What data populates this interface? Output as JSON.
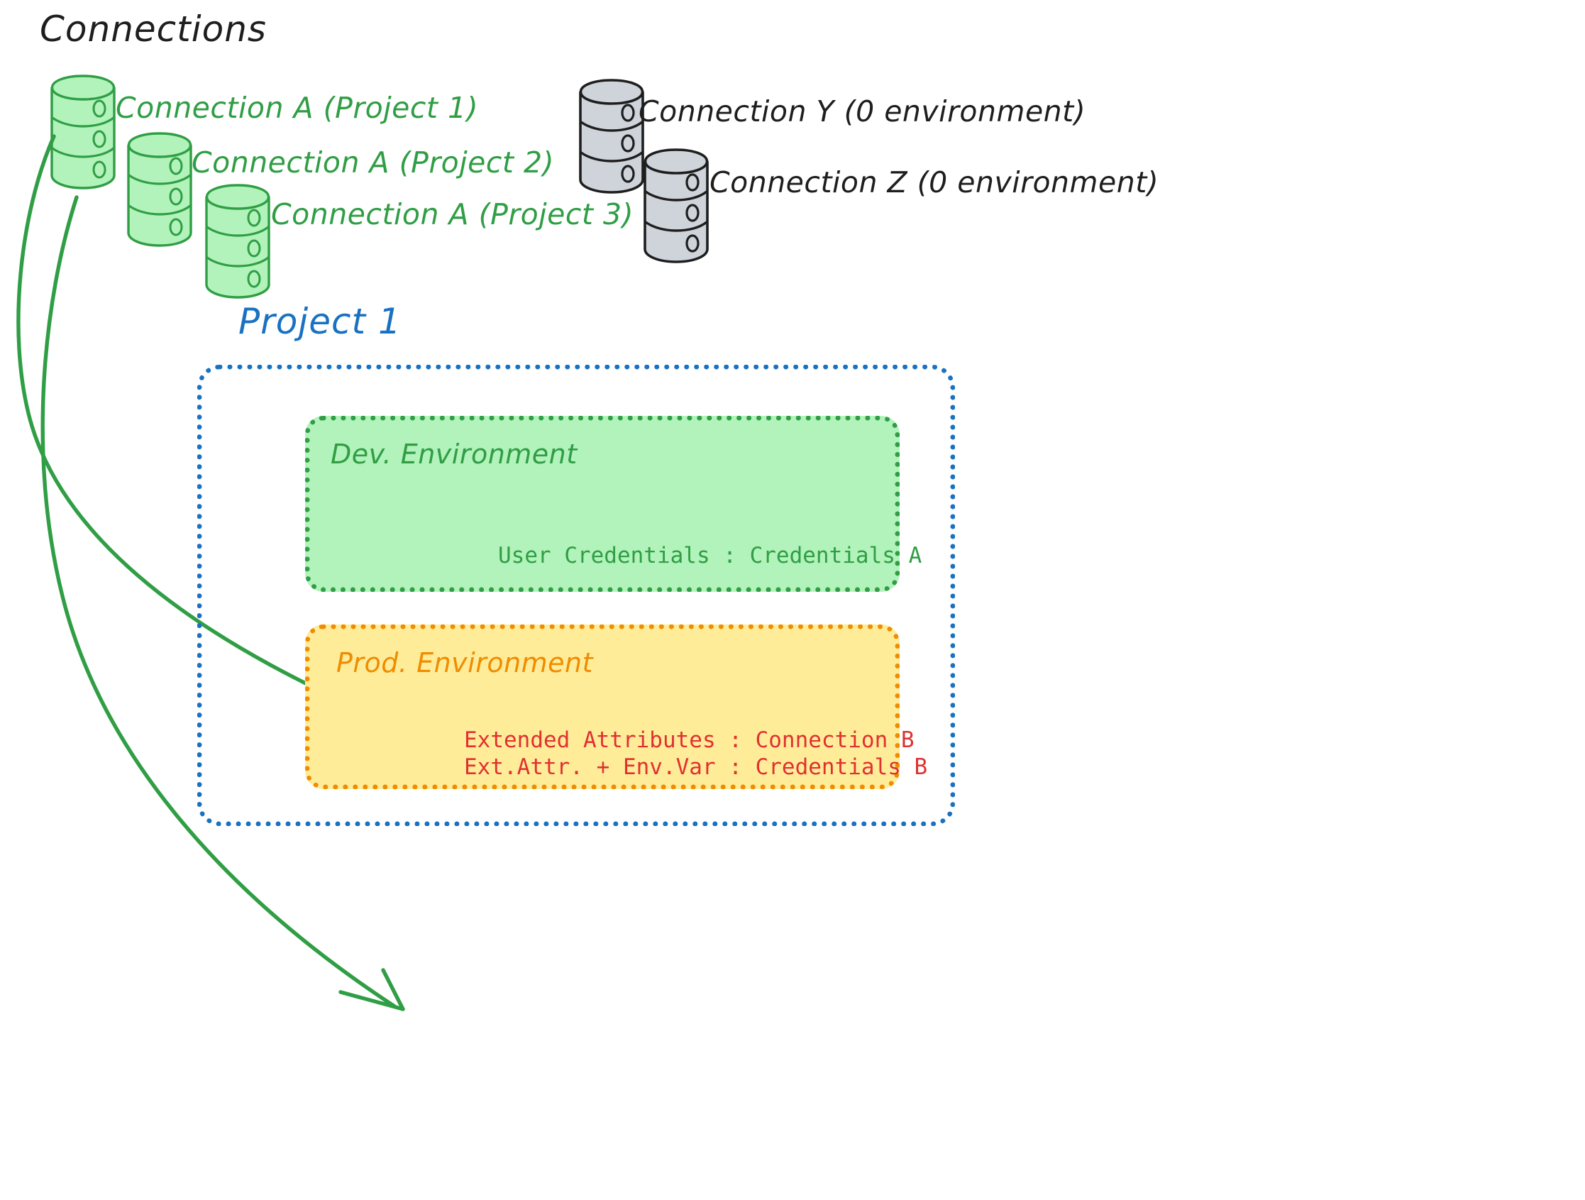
{
  "diagram": {
    "title": "Connections",
    "background": "#ffffff"
  },
  "colors": {
    "green_stroke": "#2f9e44",
    "green_fill": "#b2f2bb",
    "gray_stroke": "#1e1e1e",
    "gray_fill": "#ced4da",
    "blue": "#1971c2",
    "orange": "#f08c00",
    "yellow_fill": "#ffec99",
    "red": "#e03131",
    "black": "#1e1e1e"
  },
  "connections": {
    "heading": "Connections",
    "green_items": [
      {
        "label": "Connection A (Project 1)",
        "icon": "database-cylinder-icon",
        "color": "#2f9e44"
      },
      {
        "label": "Connection A (Project 2)",
        "icon": "database-cylinder-icon",
        "color": "#2f9e44"
      },
      {
        "label": "Connection A (Project 3)",
        "icon": "database-cylinder-icon",
        "color": "#2f9e44"
      }
    ],
    "gray_items": [
      {
        "label": "Connection Y (0 environment)",
        "icon": "database-cylinder-icon",
        "color": "#1e1e1e"
      },
      {
        "label": "Connection Z (0 environment)",
        "icon": "database-cylinder-icon",
        "color": "#1e1e1e"
      }
    ]
  },
  "project": {
    "title": "Project 1",
    "border_color": "#1971c2",
    "environments": [
      {
        "name": "Dev. Environment",
        "title_color": "#2f9e44",
        "border_color": "#2f9e44",
        "fill": "#b2f2bb",
        "entries": [
          {
            "key": "User Credentials",
            "value": "Credentials A",
            "text": "User Credentials : Credentials A",
            "color": "#2f9e44"
          }
        ]
      },
      {
        "name": "Prod. Environment",
        "title_color": "#f08c00",
        "border_color": "#f08c00",
        "fill": "#ffec99",
        "entries": [
          {
            "key": "Extended Attributes",
            "value": "Connection B",
            "text": "Extended Attributes : Connection B",
            "color": "#e03131"
          },
          {
            "key": "Ext.Attr. + Env.Var",
            "value": "Credentials B",
            "text": "Ext.Attr. + Env.Var : Credentials B",
            "color": "#e03131"
          }
        ]
      }
    ]
  },
  "arrows": [
    {
      "name": "arrow-connection-a-to-dev",
      "from": "Connection A (Project 1)",
      "to": "Dev. Environment",
      "color": "#2f9e44"
    },
    {
      "name": "arrow-connection-a-to-prod",
      "from": "Connection A (Project 1)",
      "to": "Prod. Environment",
      "color": "#2f9e44"
    }
  ]
}
